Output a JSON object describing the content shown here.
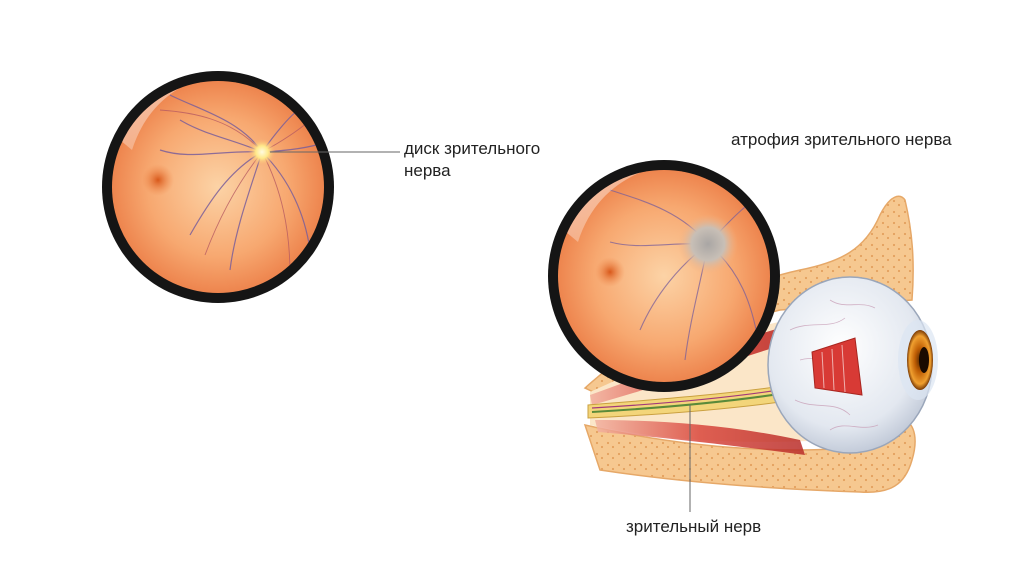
{
  "labels": {
    "disc_line1": "диск зрительного",
    "disc_line2": "нерва",
    "atrophy": "атрофия зрительного нерва",
    "optic_nerve": "зрительный нерв"
  },
  "icons": [
    "fundus-normal-icon",
    "fundus-atrophy-icon",
    "eye-orbit-icon"
  ],
  "colors": {
    "retina": "#f08a4e",
    "retina_light": "#fbc79a",
    "rim": "#141414",
    "fat": "#f6c48b",
    "fat_dots": "#e9a564",
    "sclera": "#dfe6f0",
    "iris": "#e07a10",
    "muscle": "#d9463c",
    "pale_disc": "#b9b3ad",
    "vessel": "#8a5a8a"
  }
}
